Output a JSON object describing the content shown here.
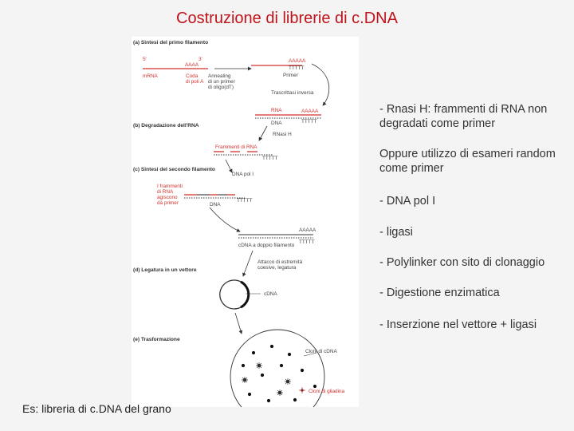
{
  "title": "Costruzione di librerie di c.DNA",
  "figure": {
    "steps": [
      "(a)  Sintesi del primo filamento",
      "(b)  Degradazione dell'RNA",
      "(c)  Sintesi del secondo filamento",
      "(d)  Legatura in un vettore",
      "(e)  Trasformazione"
    ],
    "labels": {
      "five_prime": "5'",
      "three_prime": "3'",
      "aaaa": "AAAA",
      "aaaaa": "AAAAA",
      "tttt": "TTTTT",
      "mrna": "mRNA",
      "coda_line1": "Coda",
      "coda_line2": "di poli A",
      "annealing_line1": "Annealing",
      "annealing_line2": "di un primer",
      "annealing_line3": "di oligo(dT)",
      "primer": "Primer",
      "trascrittasi": "Trascrittasi inversa",
      "rna": "RNA",
      "dna": "DNA",
      "rnasi_h": "RNasi H",
      "frammenti_rna": "Frammenti di RNA",
      "dna_pol": "DNA pol I",
      "frammenti_line1": "I frammenti",
      "frammenti_line2": "di RNA",
      "frammenti_line3": "agiscono",
      "frammenti_line4": "da primer",
      "cdna_doppio": "cDNA a doppio filamento",
      "attacco_line1": "Attacco di estremità",
      "attacco_line2": "coesive, legatura",
      "cdna": "cDNA",
      "cloni_cdna": "Cloni di cDNA",
      "cloni_gliadina": "Cloni di gliadina"
    }
  },
  "bullets": [
    "- Rnasi H: frammenti di RNA non degradati  come primer",
    "Oppure utilizzo di esameri random come primer",
    "- DNA pol I",
    "- ligasi",
    "- Polylinker con sito di clonaggio",
    "- Digestione enzimatica",
    "- Inserzione nel vettore + ligasi"
  ],
  "caption": "Es: libreria di c.DNA del grano",
  "colors": {
    "title": "#c0141c",
    "figure_red": "#d2322d"
  }
}
